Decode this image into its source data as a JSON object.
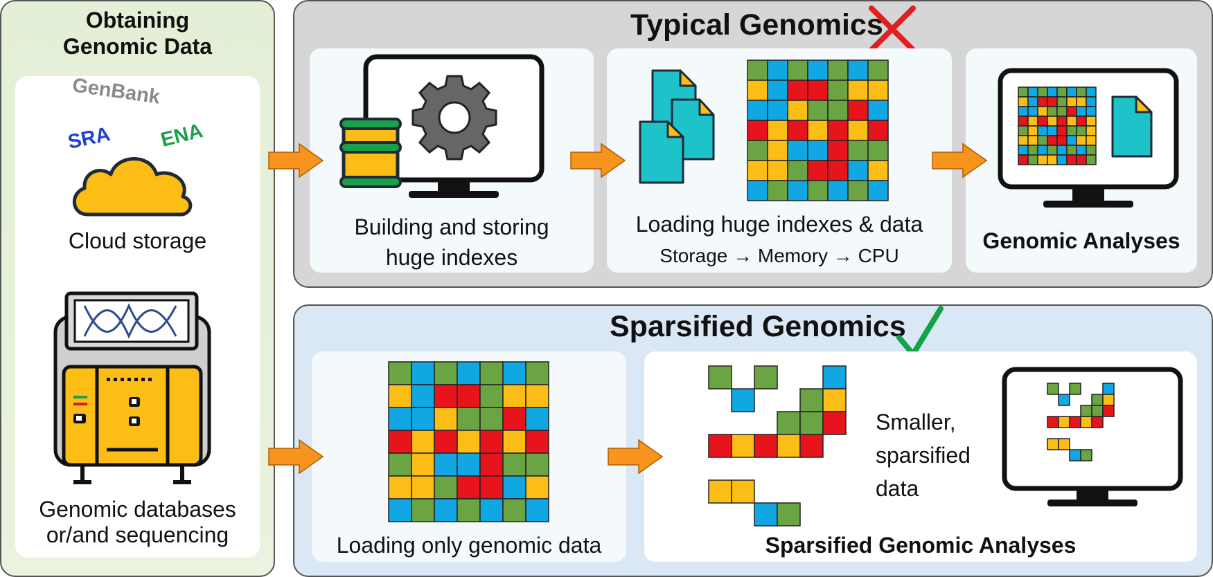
{
  "left_panel": {
    "title_line1": "Obtaining",
    "title_line2": "Genomic Data",
    "cloud": {
      "sources": [
        "GenBank",
        "SRA",
        "ENA"
      ],
      "source_colors": [
        "#8a8a8a",
        "#1f3fd6",
        "#1aa04a"
      ],
      "label": "Cloud storage",
      "icon": "cloud-icon"
    },
    "sequencer": {
      "label_line1": "Genomic databases",
      "label_line2": "or/and sequencing",
      "icon": "sequencer-icon"
    }
  },
  "typical": {
    "title": "Typical Genomics",
    "mark": "cross-mark",
    "mark_color": "#e02020",
    "step1": {
      "label_line1": "Building and storing",
      "label_line2": "huge indexes",
      "icons": [
        "database-icon",
        "monitor-gear-icon"
      ]
    },
    "step2": {
      "label": "Loading huge indexes & data",
      "sublabel": "Storage → Memory → CPU",
      "icons": [
        "files-icon",
        "dense-matrix-icon"
      ]
    },
    "step3": {
      "label": "Genomic Analyses",
      "icons": [
        "monitor-matrix-icon"
      ]
    }
  },
  "sparsified": {
    "title": "Sparsified Genomics",
    "mark": "check-mark",
    "mark_color": "#12a24a",
    "step1": {
      "label": "Loading only genomic data",
      "icons": [
        "dense-matrix-icon"
      ]
    },
    "step2": {
      "label": "Sparsified Genomic Analyses",
      "note_line1": "Smaller,",
      "note_line2": "sparsified",
      "note_line3": "data",
      "icons": [
        "sparse-matrix-icon",
        "monitor-sparse-icon"
      ]
    }
  },
  "colors": {
    "red": "#e8141c",
    "yellow": "#fbbd16",
    "green": "#6aa443",
    "blue": "#10a7e3",
    "arrow": "#f7941d",
    "teal": "#1ec2c9"
  }
}
